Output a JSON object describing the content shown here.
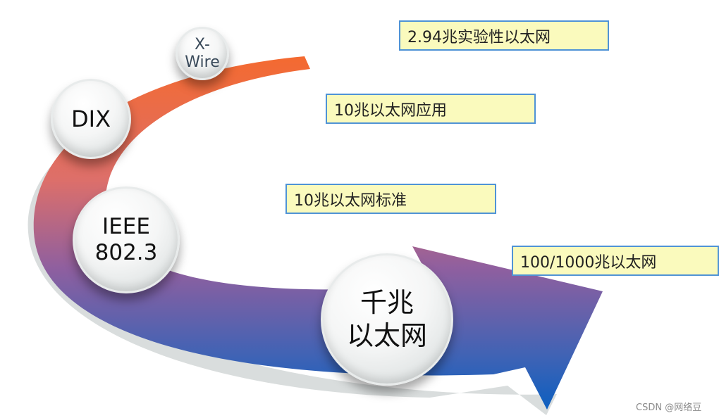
{
  "nodes": {
    "xwire": "X-Wire",
    "dix": "DIX",
    "ieee": "IEEE\n802.3",
    "gigabit": "千兆\n以太网"
  },
  "labels": {
    "box1": "2.94兆实验性以太网",
    "box2": "10兆以太网应用",
    "box3": "10兆以太网标准",
    "box4": "100/1000兆以太网"
  },
  "watermark": "CSDN @网络豆",
  "colors": {
    "arrow_start": "#f26b3a",
    "arrow_mid": "#8a5a9a",
    "arrow_end": "#1565c0",
    "box_fill": "#fafabd",
    "box_border": "#4f93d6"
  }
}
